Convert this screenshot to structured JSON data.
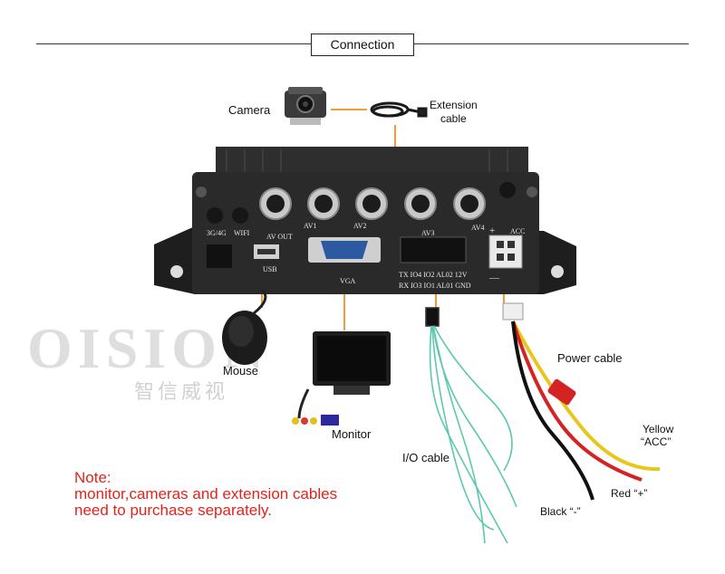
{
  "header": {
    "title": "Connection"
  },
  "labels": {
    "camera": "Camera",
    "extension_line1": "Extension",
    "extension_line2": "cable",
    "mouse": "Mouse",
    "monitor": "Monitor",
    "io_cable": "I/O cable",
    "power_cable": "Power cable",
    "yellow_line1": "Yellow",
    "yellow_line2": "“ACC”",
    "red": "Red “+”",
    "black": "Black “-”"
  },
  "device": {
    "port_av1": "AV1",
    "port_av2": "AV2",
    "port_av3": "AV3",
    "port_av4": "AV4",
    "port_3g4g": "3G/4G",
    "port_wifi": "WIFI",
    "port_av_out": "AV OUT",
    "port_usb": "USB",
    "port_vga": "VGA",
    "port_acc": "ACC",
    "io_row1": "TX IO4 IO2 AL02 12V",
    "io_row2": "RX IO3 IO1 AL01 GND",
    "plus": "+",
    "minus": "—"
  },
  "watermark": {
    "brand": "OISION",
    "cn": "智信威视"
  },
  "note": {
    "line1": "Note:",
    "line2": "monitor,cameras and extension cables",
    "line3": "need to purchase separately."
  },
  "colors": {
    "accent_orange": "#f29a3a",
    "note_red": "#e4231b",
    "device_body": "#2a2a2a"
  }
}
